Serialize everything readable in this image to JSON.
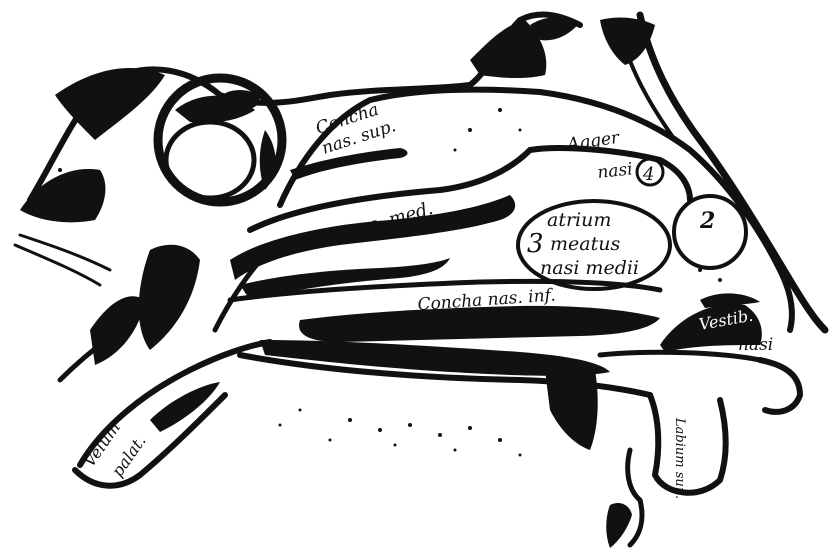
{
  "labels": {
    "concha_sup_1": "Concha",
    "concha_sup_2": "nas. sup.",
    "concha_med": "Concha nas. med.",
    "agger_1": "Agger",
    "agger_2": "nasi",
    "num_4": "4",
    "num_2": "2",
    "num_3": "3",
    "atrium_1": "atrium",
    "atrium_2": "meatus",
    "atrium_3": "nasi medii",
    "concha_inf": "Concha nas. inf.",
    "vestib_1": "Vestib.",
    "vestib_2": "nasi",
    "velum_1": "Velum",
    "velum_2": "palat.",
    "labium": "Labium sup."
  },
  "colors": {
    "ink": "#111111",
    "paper": "#ffffff"
  }
}
